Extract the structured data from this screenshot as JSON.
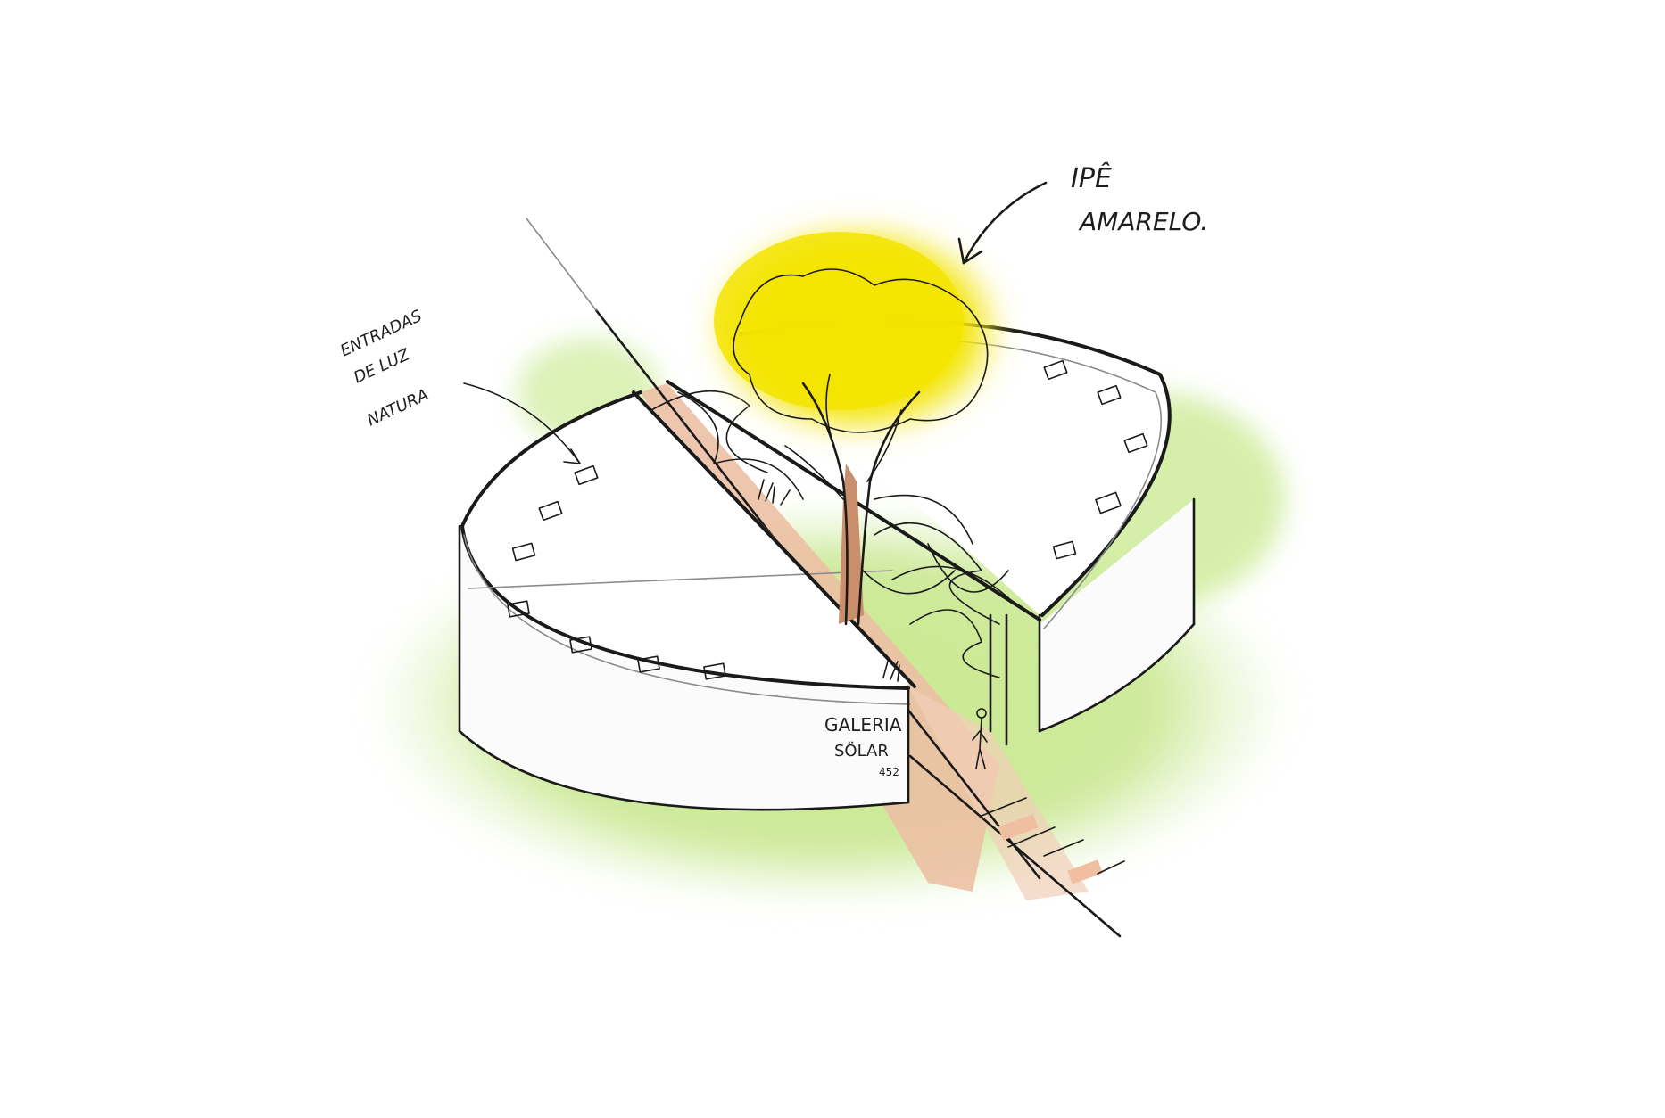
{
  "annotations": {
    "tree_label_line1": "IPÊ",
    "tree_label_line2": "AMARELO.",
    "skylight_label_line1": "ENTRADAS",
    "skylight_label_line2": "DE LUZ",
    "skylight_label_line3": "NATURA"
  },
  "building_sign": {
    "line1": "GALERIA",
    "line2": "SÖLAR",
    "number": "452"
  },
  "colors": {
    "grass": "#b9e07a",
    "foliage": "#f2e300",
    "path": "#e9b79a",
    "trunk": "#c98f6c",
    "ink": "#1a1a1a"
  }
}
